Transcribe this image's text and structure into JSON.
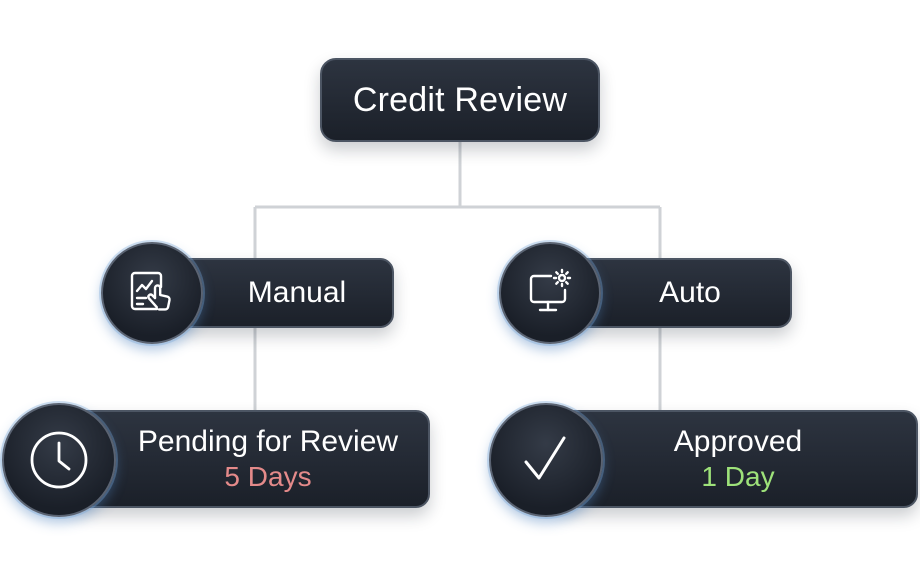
{
  "diagram": {
    "root": {
      "title": "Credit Review"
    },
    "branches": [
      {
        "label": "Manual",
        "icon": "document-touch-icon",
        "leaf": {
          "title": "Pending for Review",
          "duration": "5 Days",
          "duration_color": "#e48a8a",
          "icon": "clock-icon"
        }
      },
      {
        "label": "Auto",
        "icon": "monitor-gear-icon",
        "leaf": {
          "title": "Approved",
          "duration": "1 Day",
          "duration_color": "#9ee27a",
          "icon": "checkmark-icon"
        }
      }
    ]
  },
  "colors": {
    "node_background": "#1b2029",
    "node_border": "#4c5563",
    "connector": "#cfd2d6",
    "icon_glow": "#5a8fd0"
  }
}
